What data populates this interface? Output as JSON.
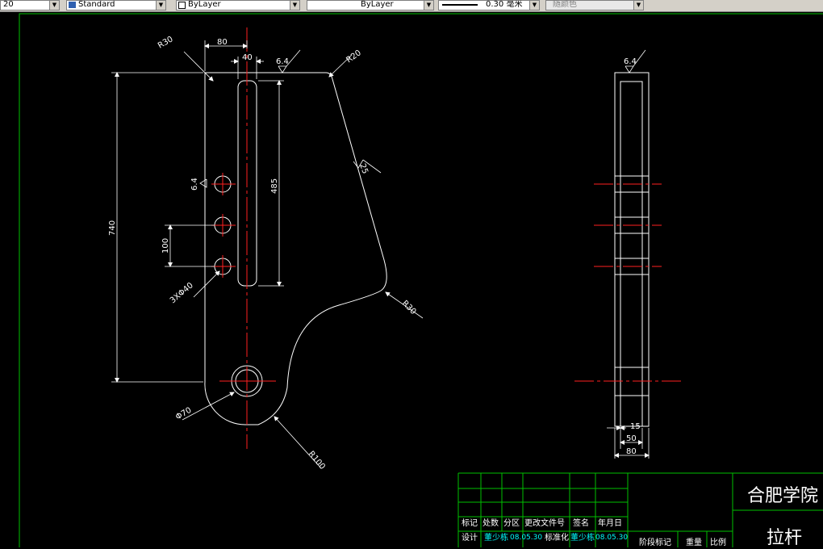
{
  "toolbar": {
    "layer_value": "20",
    "textstyle_value": "Standard",
    "color_value": "ByLayer",
    "linetype_value": "ByLayer",
    "lineweight_value": "0.30 毫米",
    "plotstyle_value": "随颜色"
  },
  "front_view": {
    "dims": {
      "d80": "80",
      "d40": "40",
      "r30_top": "R30",
      "r20": "R20",
      "rough_top": "6.4",
      "d485": "485",
      "d740": "740",
      "d100": "100",
      "rough_left": "6.4",
      "holes": "3XΦ40",
      "rough_slope": "25",
      "r30_mid": "R30",
      "dia70": "Φ70",
      "r100": "R100"
    }
  },
  "side_view": {
    "dims": {
      "rough": "6.4",
      "d15": "15",
      "d50": "50",
      "d80": "80"
    }
  },
  "title_block": {
    "school": "合肥学院",
    "part_name": "拉杆",
    "headers": [
      "标记",
      "处数",
      "分区",
      "更改文件号",
      "签名",
      "年月日"
    ],
    "row_design": {
      "designer_label": "设计",
      "designer": "董少栋",
      "designer_date": "08.05.30",
      "std_label": "标准化",
      "std_person": "董少栋",
      "std_date": "08.05.30"
    },
    "stage_label": "阶段标记",
    "weight_label": "重量",
    "scale_label": "比例"
  }
}
